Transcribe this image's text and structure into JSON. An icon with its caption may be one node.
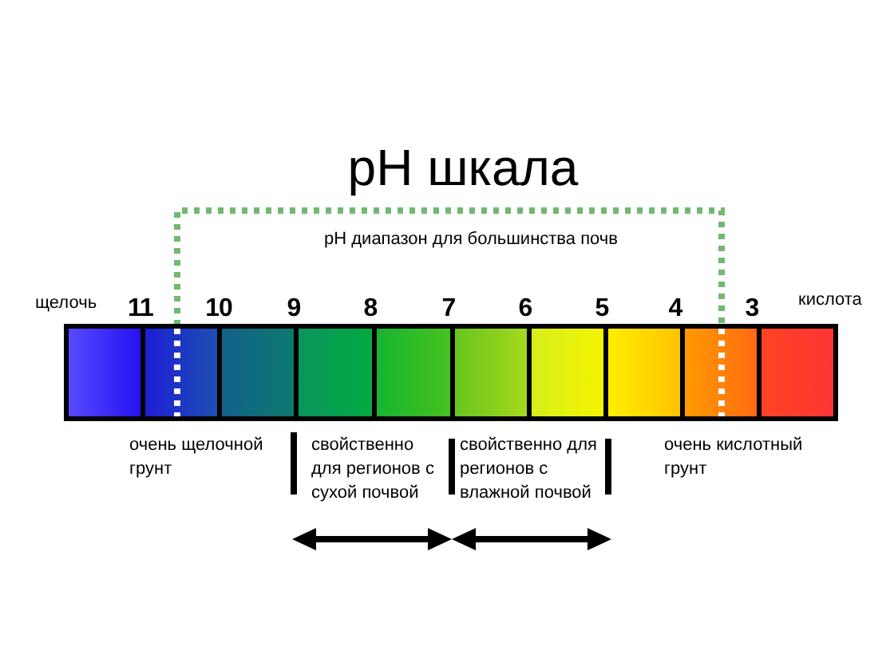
{
  "diagram": {
    "title": "pH шкала",
    "labels": [
      "pH диапазон для большинства почв",
      "щелочь",
      "11",
      "10",
      "9",
      "8",
      "7",
      "6",
      "5",
      "4",
      "3",
      "кислота",
      "очень щелочной грунт",
      "свойственно для регионов с сухой почвой",
      "свойственно для регионов с влажной почвой",
      "очень кислотный грунт"
    ]
  }
}
